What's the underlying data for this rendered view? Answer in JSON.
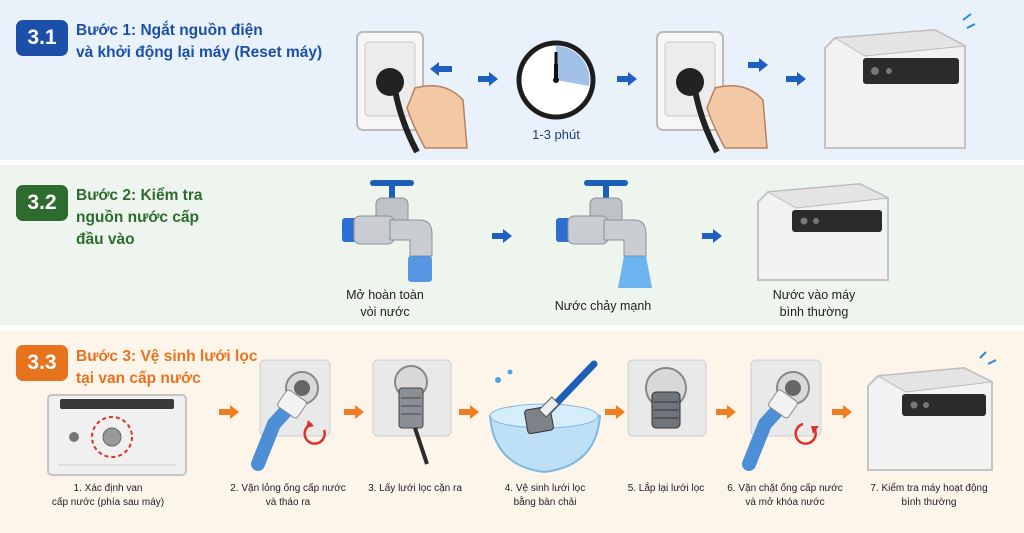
{
  "steps": [
    {
      "number": "3.1",
      "title_lines": [
        "Bước 1: Ngắt nguồn điện",
        "và khởi động lại máy (Reset máy)"
      ],
      "timer_label": "1-3 phút"
    },
    {
      "number": "3.2",
      "title_lines": [
        "Bước 2: Kiểm tra",
        "nguồn nước cấp",
        "đầu vào"
      ],
      "captions": [
        [
          "Mở hoàn toàn",
          "vòi nước"
        ],
        [
          "Nước chảy mạnh"
        ],
        [
          "Nước vào máy",
          "bình thường"
        ]
      ]
    },
    {
      "number": "3.3",
      "title_lines": [
        "Bước 3: Vệ sinh lưới lọc",
        "tại van cấp nước"
      ],
      "captions": [
        [
          "1. Xác định van",
          "cấp nước (phía sau máy)"
        ],
        [
          "2. Vặn lỏng ống cấp nước",
          "và tháo ra"
        ],
        [
          "3. Lấy lưới lọc cặn ra"
        ],
        [
          "4. Vệ sinh lưới lọc",
          "bằng bàn chải"
        ],
        [
          "5. Lắp lại lưới lọc"
        ],
        [
          "6. Vặn chặt ống cấp nước",
          "và mở khóa nước"
        ],
        [
          "7. Kiểm tra máy hoạt động",
          "bình thường"
        ]
      ]
    }
  ],
  "colors": {
    "step1": "#1b4fa8",
    "step2": "#2e6b2f",
    "step3": "#e8731f",
    "arrow_blue": "#1f5fbf",
    "arrow_orange": "#ef7d22"
  }
}
